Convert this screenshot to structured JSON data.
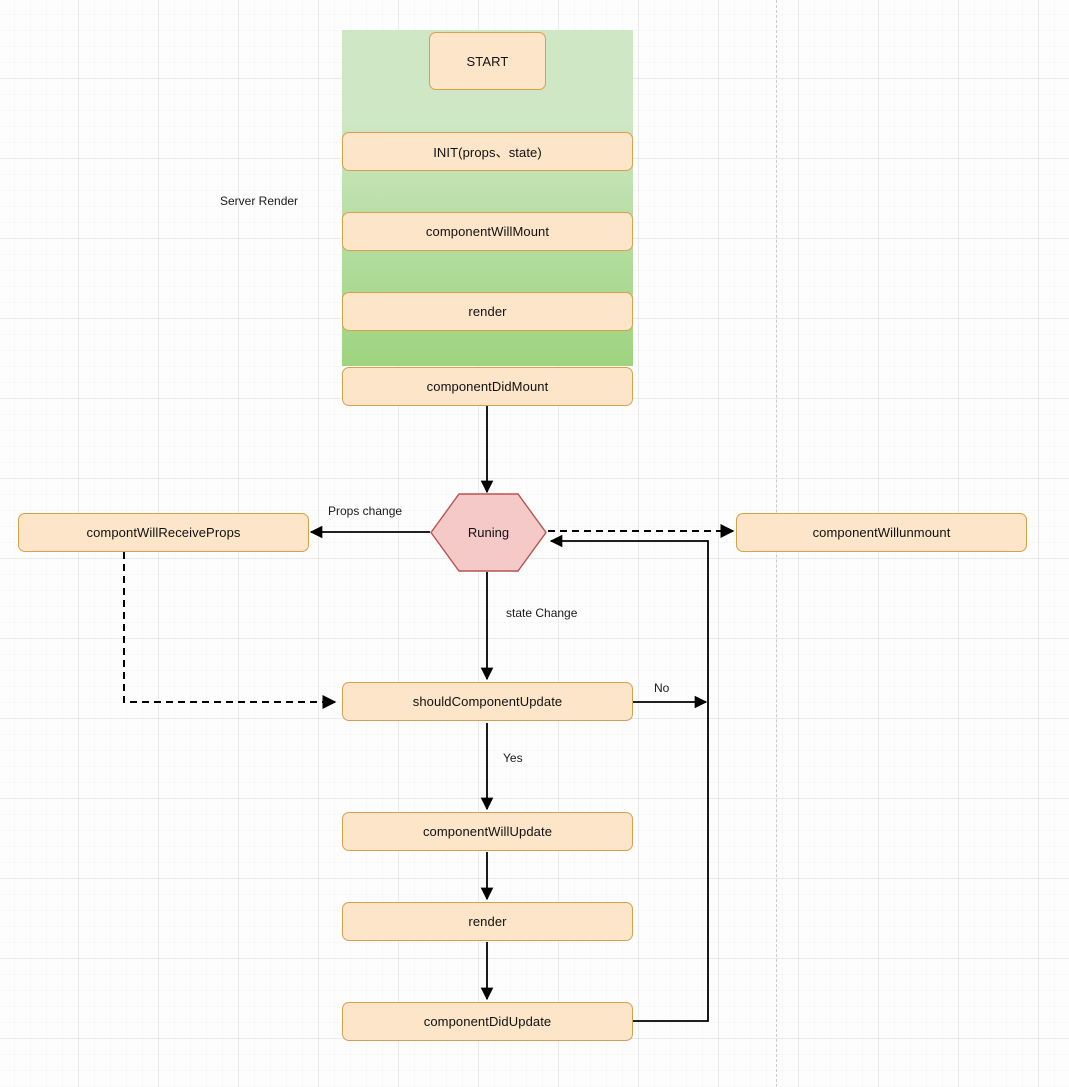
{
  "diagram": {
    "title": "React Component Lifecycle Flowchart",
    "background": "#fdfdfd",
    "grid": true,
    "colors": {
      "node_fill": "#fce5c8",
      "node_border": "#d6a14a",
      "hexagon_fill": "#f6c9c9",
      "hexagon_border": "#b85450",
      "zone_fill_top": "#cfe7c4",
      "zone_fill_bottom": "#9ed47f",
      "arrow_orange": "#d79b00",
      "arrow_black": "#000000",
      "grid_line": "#e8e8e8",
      "page_break": "#cccccc"
    }
  },
  "zones": [
    {
      "name": "server-render-zone",
      "label": "Server Render"
    }
  ],
  "nodes": [
    {
      "id": "start",
      "label": "START",
      "shape": "rounded-rect"
    },
    {
      "id": "init",
      "label": "INIT(props、state)",
      "shape": "rounded-rect"
    },
    {
      "id": "component-will-mount",
      "label": "componentWillMount",
      "shape": "rounded-rect"
    },
    {
      "id": "render-mount",
      "label": "render",
      "shape": "rounded-rect"
    },
    {
      "id": "component-did-mount",
      "label": "componentDidMount",
      "shape": "rounded-rect"
    },
    {
      "id": "running",
      "label": "Runing",
      "shape": "hexagon"
    },
    {
      "id": "compont-will-receive-props",
      "label": "compontWillReceiveProps",
      "shape": "rounded-rect"
    },
    {
      "id": "component-will-unmount",
      "label": "componentWillunmount",
      "shape": "rounded-rect"
    },
    {
      "id": "should-component-update",
      "label": "shouldComponentUpdate",
      "shape": "rounded-rect"
    },
    {
      "id": "component-will-update",
      "label": "componentWillUpdate",
      "shape": "rounded-rect"
    },
    {
      "id": "render-update",
      "label": "render",
      "shape": "rounded-rect"
    },
    {
      "id": "component-did-update",
      "label": "componentDidUpdate",
      "shape": "rounded-rect"
    }
  ],
  "edge_labels": {
    "props_change": "Props change",
    "state_change": "state Change",
    "no": "No",
    "yes": "Yes"
  },
  "edges": [
    {
      "from": "start",
      "to": "init",
      "style": "solid",
      "color": "orange",
      "label": ""
    },
    {
      "from": "init",
      "to": "component-will-mount",
      "style": "solid",
      "color": "orange",
      "label": ""
    },
    {
      "from": "component-will-mount",
      "to": "render-mount",
      "style": "solid",
      "color": "orange",
      "label": ""
    },
    {
      "from": "render-mount",
      "to": "component-did-mount",
      "style": "solid",
      "color": "orange",
      "label": ""
    },
    {
      "from": "component-did-mount",
      "to": "running",
      "style": "solid",
      "color": "black",
      "label": ""
    },
    {
      "from": "running",
      "to": "compont-will-receive-props",
      "style": "solid",
      "color": "black",
      "label": "Props change"
    },
    {
      "from": "running",
      "to": "component-will-unmount",
      "style": "dashed",
      "color": "black",
      "label": ""
    },
    {
      "from": "running",
      "to": "should-component-update",
      "style": "solid",
      "color": "black",
      "label": "state Change"
    },
    {
      "from": "compont-will-receive-props",
      "to": "should-component-update",
      "style": "dashed",
      "color": "black",
      "label": ""
    },
    {
      "from": "should-component-update",
      "to": "running",
      "style": "solid",
      "color": "black",
      "label": "No"
    },
    {
      "from": "should-component-update",
      "to": "component-will-update",
      "style": "solid",
      "color": "black",
      "label": "Yes"
    },
    {
      "from": "component-will-update",
      "to": "render-update",
      "style": "solid",
      "color": "black",
      "label": ""
    },
    {
      "from": "render-update",
      "to": "component-did-update",
      "style": "solid",
      "color": "black",
      "label": ""
    },
    {
      "from": "component-did-update",
      "to": "running",
      "style": "solid",
      "color": "black",
      "label": ""
    }
  ]
}
